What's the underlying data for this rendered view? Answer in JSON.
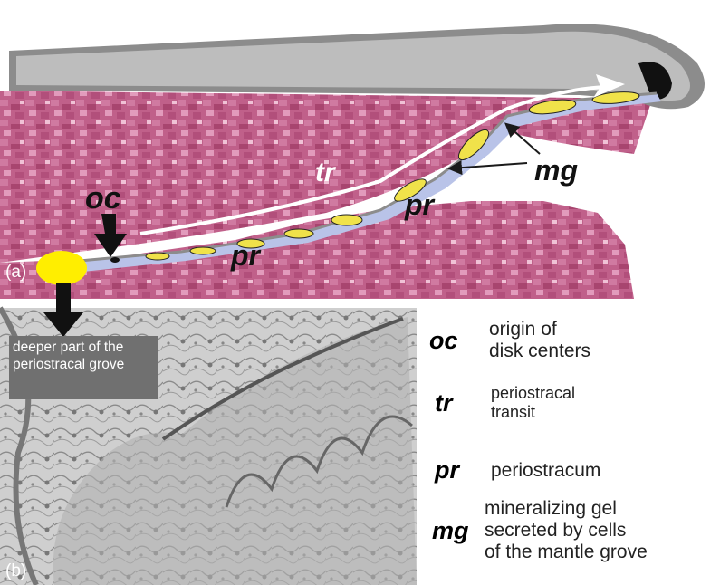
{
  "panels": {
    "a": {
      "panel_label": "(a)",
      "labels": {
        "oc": "oc",
        "tr": "tr",
        "pr_1": "pr",
        "pr_2": "pr",
        "mg": "mg"
      },
      "callout": "deeper part of the periostracal grove"
    },
    "b": {
      "panel_label": "(b)"
    }
  },
  "legend": [
    {
      "abbr": "oc",
      "text": "origin of\ndisk centers"
    },
    {
      "abbr": "tr",
      "text": "periostracal\ntransit"
    },
    {
      "abbr": "pr",
      "text": "periostracum"
    },
    {
      "abbr": "mg",
      "text": "mineralizing gel\nsecreted by cells\nof the mantle grove"
    }
  ],
  "colors": {
    "tissue": "#c0608a",
    "tissue_dark": "#8e2f5c",
    "shell": "#8c8c8c",
    "shell_light": "#bdbdbd",
    "periostracum_band": "#b9c3e8",
    "gel_disk": "#f0e24a",
    "origin_blob": "#ffee00",
    "arrow": "#ffffff",
    "micrograph": "#c9c9c9"
  }
}
